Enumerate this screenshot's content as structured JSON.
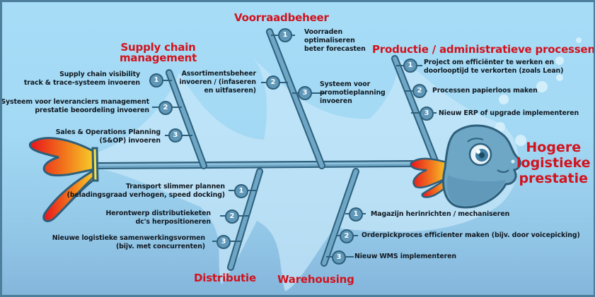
{
  "goal": {
    "lines": [
      "Hogere",
      "logistieke",
      "prestatie"
    ]
  },
  "categories": [
    {
      "id": "supply-chain",
      "title_lines": [
        "Supply chain",
        "management"
      ],
      "causes": [
        {
          "number": "1",
          "lines": [
            "Supply chain visibility",
            "track & trace-systeem invoeren"
          ]
        },
        {
          "number": "2",
          "lines": [
            "Systeem voor leveranciers management",
            "prestatie beoordeling invoeren"
          ]
        },
        {
          "number": "3",
          "lines": [
            "Sales & Operations Planning",
            "(S&OP) invoeren"
          ]
        }
      ]
    },
    {
      "id": "voorraadbeheer",
      "title_lines": [
        "Voorraadbeheer"
      ],
      "causes": [
        {
          "number": "1",
          "lines": [
            "Voorraden",
            "optimaliseren",
            "beter forecasten"
          ]
        },
        {
          "number": "2",
          "lines": [
            "Assortimentsbeheer",
            "invoeren / (infaseren",
            "en uitfaseren)"
          ]
        },
        {
          "number": "3",
          "lines": [
            "Systeem voor",
            "promotieplanning",
            "invoeren"
          ]
        }
      ]
    },
    {
      "id": "productie",
      "title_lines": [
        "Productie / administratieve processen"
      ],
      "causes": [
        {
          "number": "1",
          "lines": [
            "Project om efficiënter te werken en",
            "doorlooptijd te verkorten (zoals Lean)"
          ]
        },
        {
          "number": "2",
          "lines": [
            "Processen papierloos maken"
          ]
        },
        {
          "number": "3",
          "lines": [
            "Nieuw ERP of upgrade implementeren"
          ]
        }
      ]
    },
    {
      "id": "distributie",
      "title_lines": [
        "Distributie"
      ],
      "causes": [
        {
          "number": "1",
          "lines": [
            "Transport slimmer plannen",
            "(beladingsgraad verhogen, speed docking)"
          ]
        },
        {
          "number": "2",
          "lines": [
            "Herontwerp distributieketen",
            "dc's herpositioneren"
          ]
        },
        {
          "number": "3",
          "lines": [
            "Nieuwe logistieke samenwerkingsvormen",
            "(bijv. met concurrenten)"
          ]
        }
      ]
    },
    {
      "id": "warehousing",
      "title_lines": [
        "Warehousing"
      ],
      "causes": [
        {
          "number": "1",
          "lines": [
            "Magazijn herinrichten / mechaniseren"
          ]
        },
        {
          "number": "2",
          "lines": [
            "Orderpickproces efficienter maken (bijv. door voicepicking)"
          ]
        },
        {
          "number": "3",
          "lines": [
            "Nieuw WMS implementeren"
          ]
        }
      ]
    }
  ],
  "colors": {
    "title_red": "#d2121d",
    "bone_blue": "#5f98b8",
    "bone_dark": "#2e5f7b",
    "background": "#a6dcf6"
  }
}
